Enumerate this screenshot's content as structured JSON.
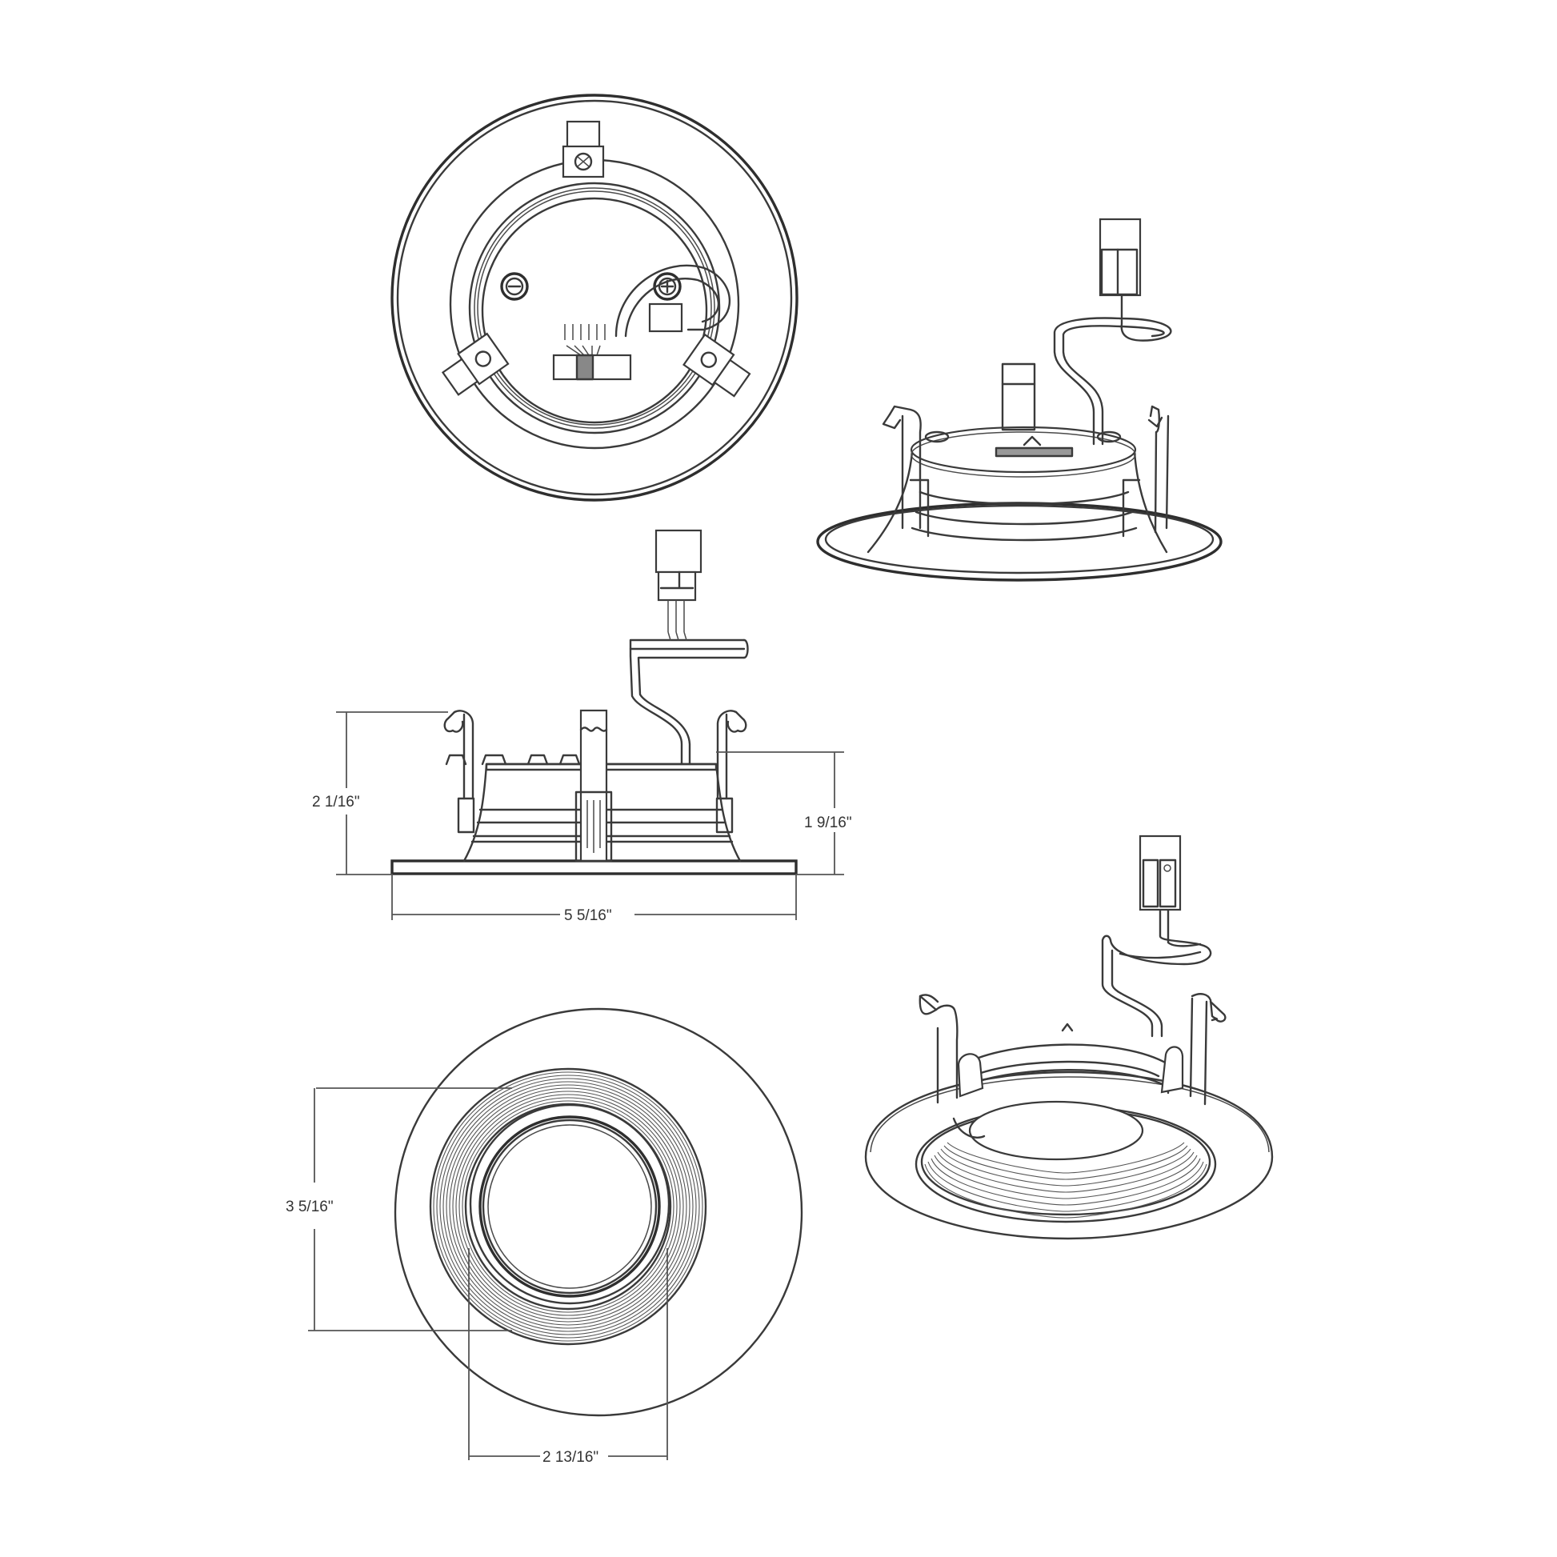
{
  "drawing": {
    "subject": "Recessed LED downlight retrofit trim - technical line drawing",
    "views": [
      {
        "id": "top-view",
        "label": "Top (back) orthographic view"
      },
      {
        "id": "iso-back-view",
        "label": "Isometric view from back with junction connector"
      },
      {
        "id": "side-view",
        "label": "Side elevation with dimensions"
      },
      {
        "id": "iso-front-view",
        "label": "Isometric view from front with baffle"
      },
      {
        "id": "bottom-view",
        "label": "Bottom (face) orthographic view with dimensions"
      }
    ],
    "dimensions": {
      "overall_height": "2 1/16\"",
      "body_height": "1 9/16\"",
      "trim_diameter": "5 5/16\"",
      "body_diameter": "3 5/16\"",
      "aperture_diameter": "2 13/16\""
    },
    "colors": {
      "line": "#3a3a3a",
      "dimension_line": "#555555",
      "background": "#ffffff"
    }
  }
}
